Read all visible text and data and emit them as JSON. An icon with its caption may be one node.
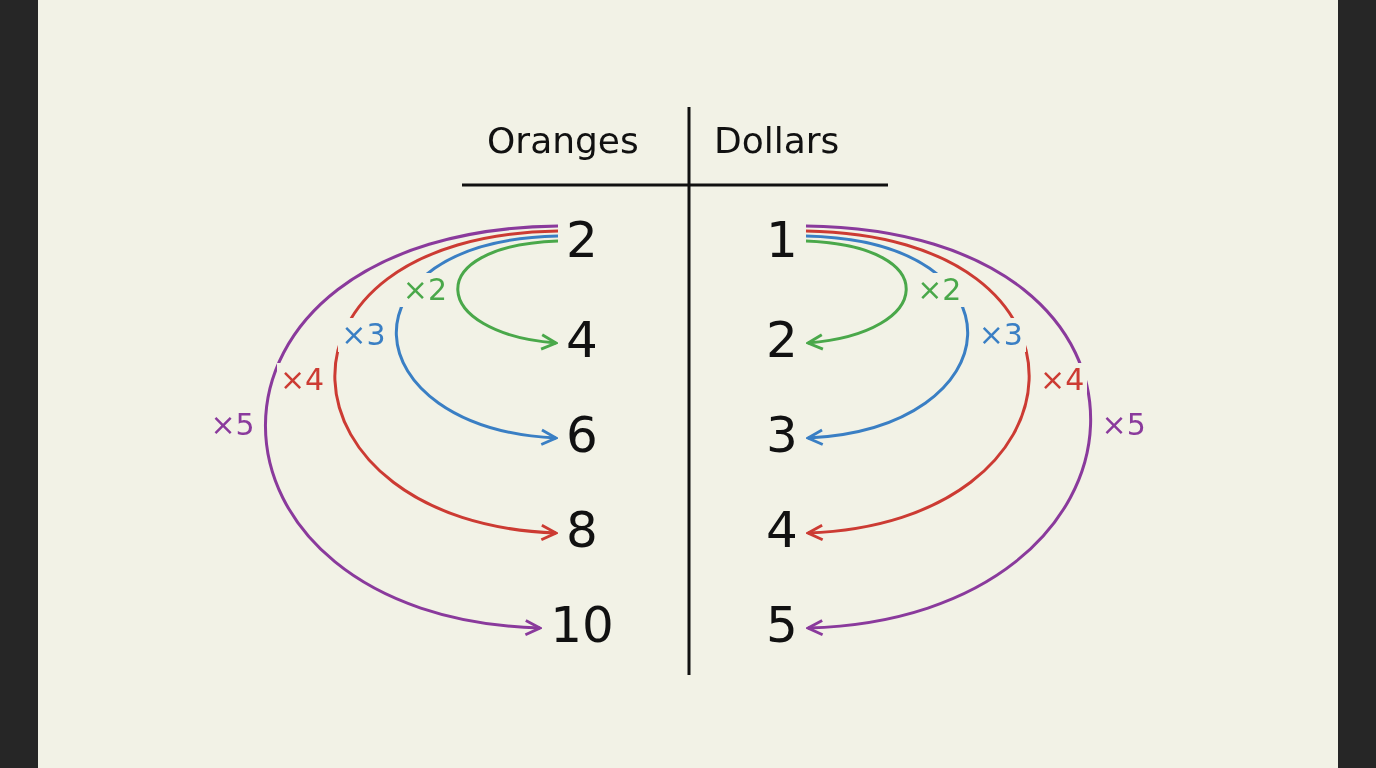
{
  "diagram": {
    "nodes": [
      {
        "text": [
          "2"
        ]
      },
      {
        "text": [
          "4"
        ]
      },
      {
        "text": [
          "6"
        ]
      },
      {
        "text": [
          "8"
        ]
      },
      {
        "text": [
          "10"
        ]
      },
      {
        "text": [
          "1"
        ]
      },
      {
        "text": [
          "2"
        ]
      },
      {
        "text": [
          "3"
        ]
      },
      {
        "text": [
          "4"
        ]
      },
      {
        "text": [
          "5"
        ]
      }
    ],
    "edges": [
      {
        "from": 0,
        "to": 1,
        "arrow": "to",
        "label": "×2",
        "color": "#4aa84a"
      },
      {
        "from": 0,
        "to": 2,
        "arrow": "to",
        "label": "×3",
        "color": "#3a7fc4"
      },
      {
        "from": 0,
        "to": 3,
        "arrow": "to",
        "label": "×4",
        "color": "#cc3b33"
      },
      {
        "from": 0,
        "to": 4,
        "arrow": "to",
        "label": "×5",
        "color": "#8a3a9c"
      },
      {
        "from": 5,
        "to": 6,
        "arrow": "to",
        "label": "×2",
        "color": "#4aa84a"
      },
      {
        "from": 5,
        "to": 7,
        "arrow": "to",
        "label": "×3",
        "color": "#3a7fc4"
      },
      {
        "from": 5,
        "to": 8,
        "arrow": "to",
        "label": "×4",
        "color": "#cc3b33"
      },
      {
        "from": 5,
        "to": 9,
        "arrow": "to",
        "label": "×5",
        "color": "#8a3a9c"
      }
    ],
    "labels": [
      "Oranges",
      "Dollars"
    ]
  }
}
